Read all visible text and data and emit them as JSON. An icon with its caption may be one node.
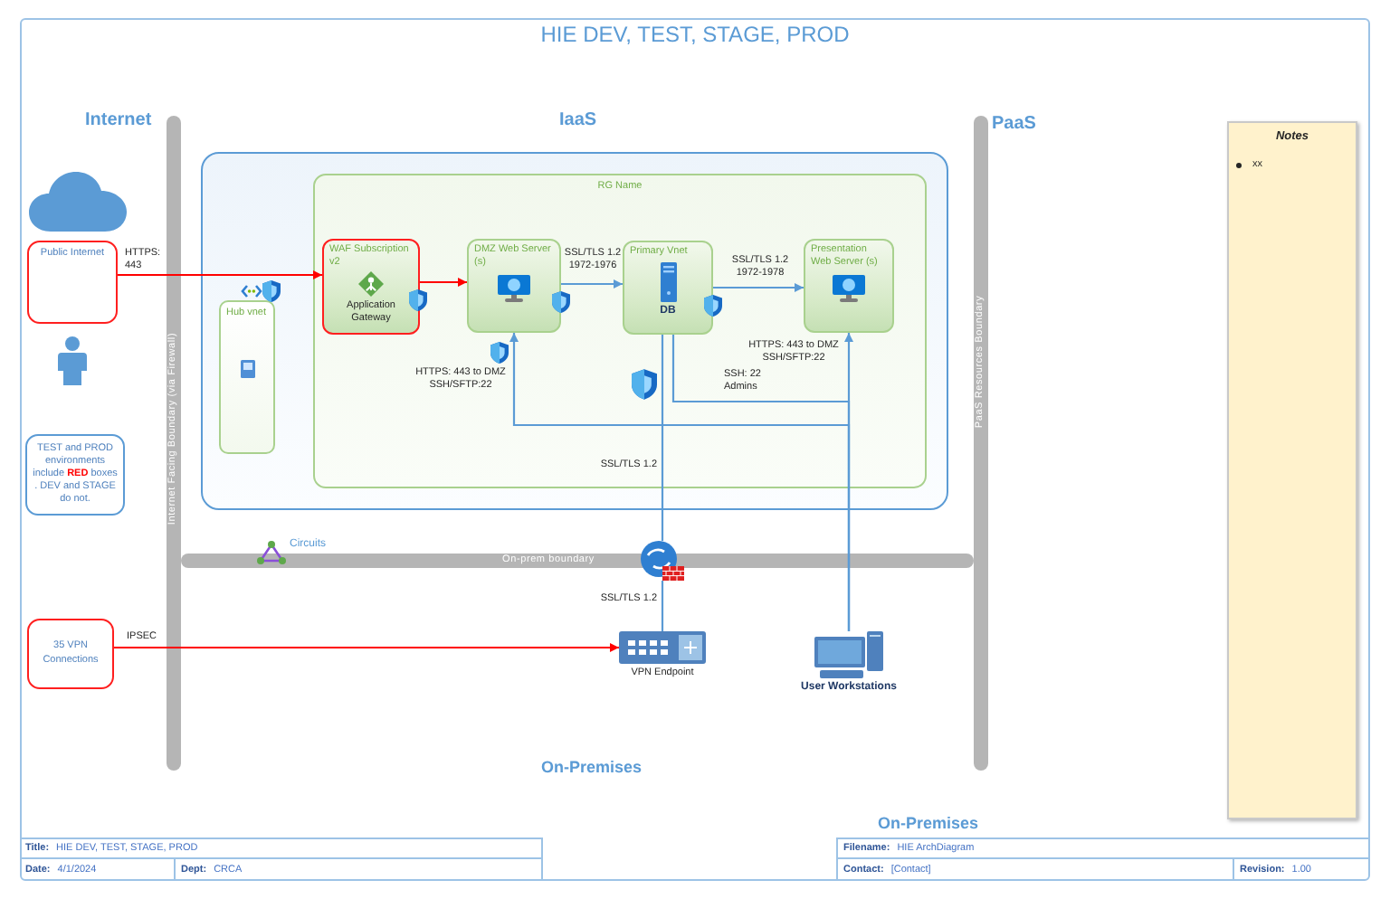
{
  "diagram": {
    "title": "HIE DEV, TEST, STAGE, PROD",
    "nodes": [
      {
        "text": [
          "Public Internet"
        ]
      },
      {
        "text": [
          "TEST and PROD environments include **RED** boxes . DEV and STAGE do not."
        ]
      },
      {
        "text": [
          "35 VPN Connections"
        ]
      },
      {
        "text": [
          "Internet Facing Boundary (via Firewall)"
        ]
      },
      {
        "text": [],
        "shape": "box"
      },
      {
        "text": [
          "Hub vnet"
        ],
        "in": 4
      },
      {
        "text": [
          "RG Name"
        ],
        "in": 4
      },
      {
        "text": [
          "WAF Subscription v2",
          "Application Gateway"
        ],
        "in": 6
      },
      {
        "text": [
          "DMZ Web Server (s)"
        ],
        "in": 6
      },
      {
        "text": [
          "Primary Vnet",
          "DB"
        ],
        "in": 6
      },
      {
        "text": [
          "Presentation Web Server (s)"
        ],
        "in": 6
      },
      {
        "text": [
          "PaaS Resources Boundary"
        ]
      },
      {
        "text": [
          "On-prem boundary"
        ]
      },
      {
        "text": [],
        "shape": "picture"
      },
      {
        "text": [
          "VPN Endpoint"
        ]
      },
      {
        "text": [
          "User Workstations"
        ]
      },
      {
        "text": [
          "Notes",
          "xx"
        ]
      }
    ],
    "edges": [
      {
        "from": 0,
        "to": 7,
        "arrow": "to",
        "label": "HTTPS: 443",
        "color": "#ff0000"
      },
      {
        "from": 7,
        "to": 8,
        "arrow": "to",
        "color": "#ff0000"
      },
      {
        "from": 8,
        "to": 9,
        "arrow": "to",
        "label": "SSL/TLS 1.2 1972-1976"
      },
      {
        "from": 9,
        "to": 10,
        "arrow": "to",
        "label": "SSL/TLS 1.2 1972-1978"
      },
      {
        "from": 15,
        "to": 8,
        "arrow": "to",
        "label": "HTTPS: 443 to DMZ SSH/SFTP:22"
      },
      {
        "from": 15,
        "to": 10,
        "arrow": "to",
        "label": "HTTPS: 443 to DMZ SSH/SFTP:22"
      },
      {
        "from": 15,
        "to": 9,
        "arrow": "none",
        "label": "SSH: 22 Admins"
      },
      {
        "from": 9,
        "to": 13,
        "arrow": "none",
        "label": "SSL/TLS 1.2"
      },
      {
        "from": 13,
        "to": 14,
        "arrow": "none",
        "label": "SSL/TLS 1.2"
      },
      {
        "from": 2,
        "to": 14,
        "arrow": "to",
        "label": "IPSEC",
        "color": "#ff0000"
      }
    ],
    "labels": [
      "Internet",
      "IaaS",
      "PaaS",
      "Circuits",
      "On-Premises",
      "On-Premises",
      "Title:",
      "HIE DEV, TEST, STAGE, PROD",
      "Filename:",
      "HIE ArchDiagram",
      "Date:",
      "4/1/2024",
      "Dept:",
      "CRCA",
      "Contact:",
      "[Contact]",
      "Revision:",
      "1.00"
    ]
  }
}
